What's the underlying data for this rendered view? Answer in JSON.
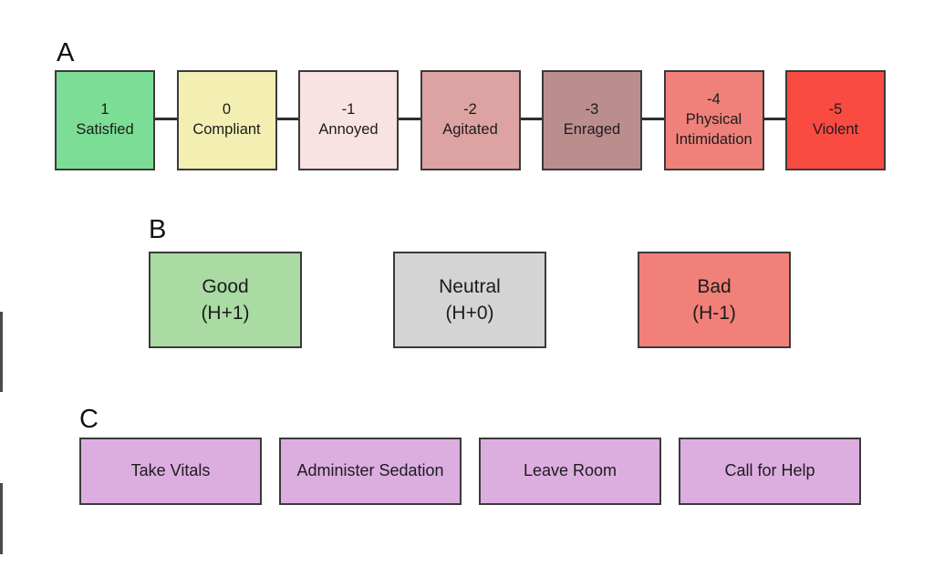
{
  "figure": {
    "panel_a": {
      "label": "A",
      "items": [
        {
          "value": "1",
          "name": "Satisfied",
          "color": "#7cdd96"
        },
        {
          "value": "0",
          "name": "Compliant",
          "color": "#f3eeb2"
        },
        {
          "value": "-1",
          "name": "Annoyed",
          "color": "#f9e2e2"
        },
        {
          "value": "-2",
          "name": "Agitated",
          "color": "#dda2a2"
        },
        {
          "value": "-3",
          "name": "Enraged",
          "color": "#bb8e8e"
        },
        {
          "value": "-4",
          "name": "Physical Intimidation",
          "color": "#f0817a"
        },
        {
          "value": "-5",
          "name": "Violent",
          "color": "#f94b42"
        }
      ]
    },
    "panel_b": {
      "label": "B",
      "items": [
        {
          "title": "Good",
          "subtitle": "(H+1)",
          "color": "#a9dba3"
        },
        {
          "title": "Neutral",
          "subtitle": "(H+0)",
          "color": "#d4d4d4"
        },
        {
          "title": "Bad",
          "subtitle": "(H-1)",
          "color": "#f08078"
        }
      ]
    },
    "panel_c": {
      "label": "C",
      "items": [
        {
          "title": "Take Vitals",
          "color": "#dcaee0"
        },
        {
          "title": "Administer Sedation",
          "color": "#dcaee0"
        },
        {
          "title": "Leave Room",
          "color": "#dcaee0"
        },
        {
          "title": "Call for Help",
          "color": "#dcaee0"
        }
      ]
    },
    "colors": {
      "border": "#3a3a3a",
      "connector": "#2e2e2e",
      "text": "#1c1c1c"
    }
  }
}
